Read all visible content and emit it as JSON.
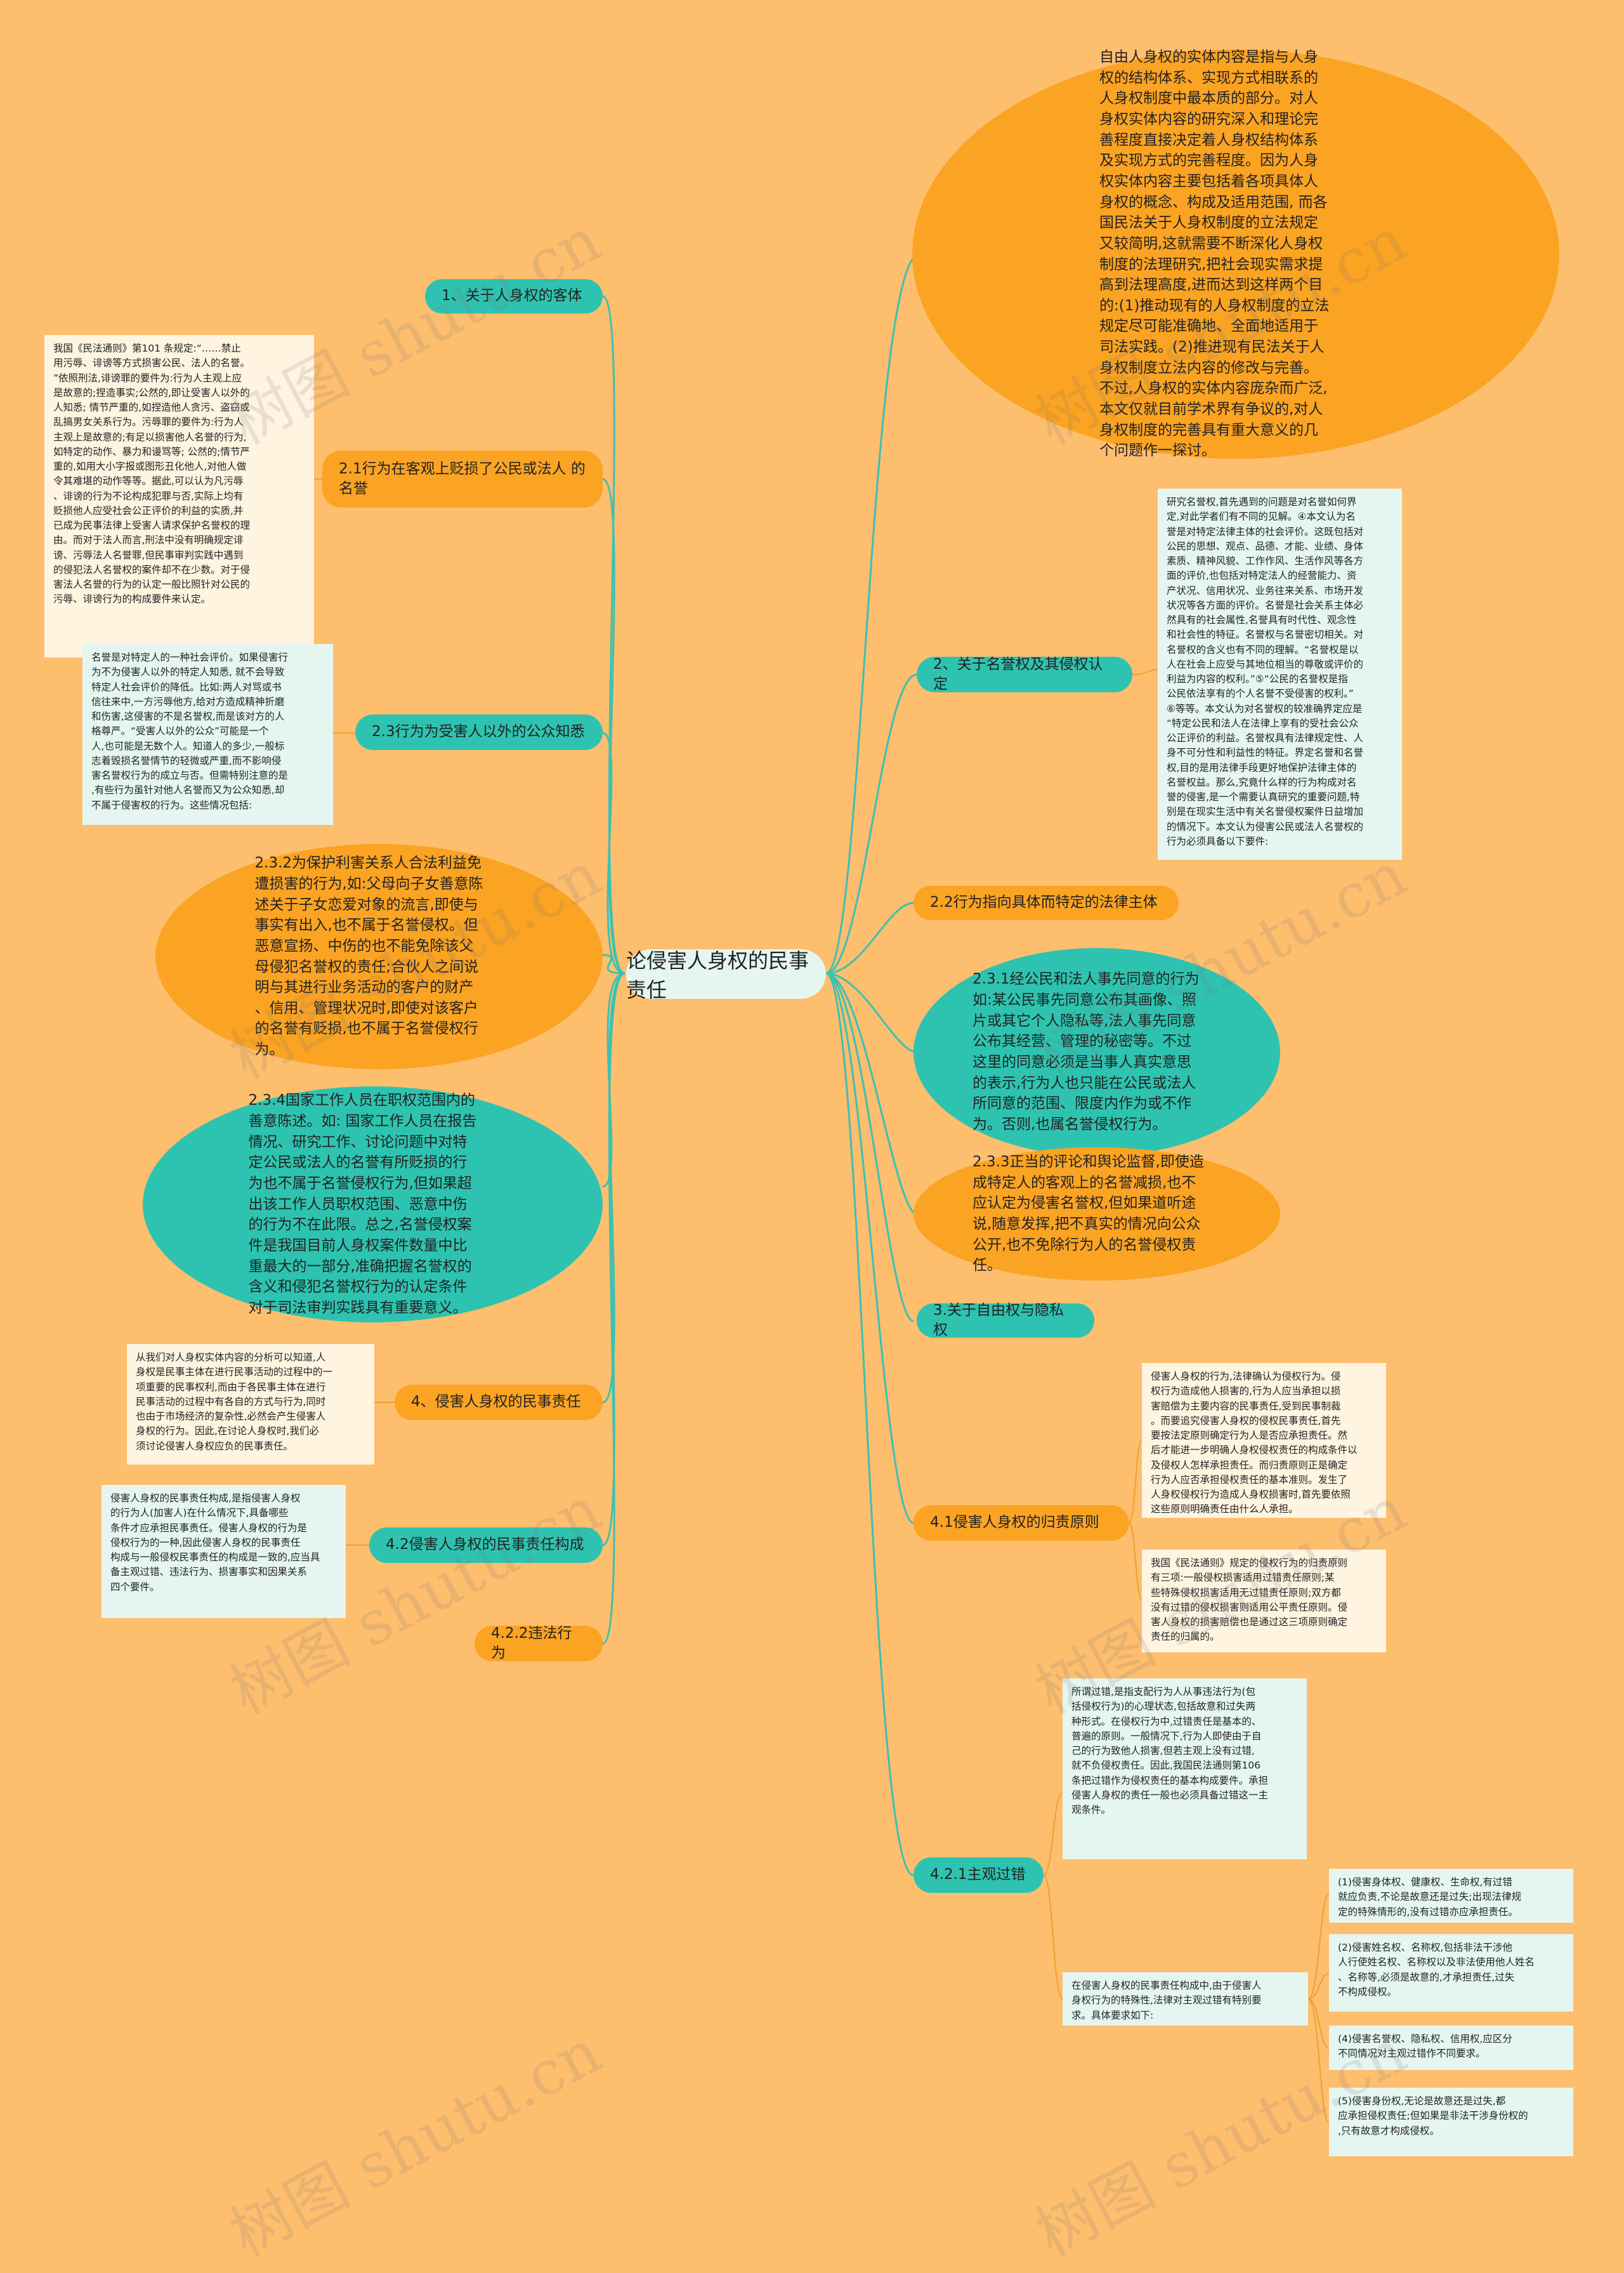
{
  "root": "论侵害人身权的民事责任",
  "watermark": "树图 shutu.cn",
  "colors": {
    "background": "#FDBE6E",
    "teal": "#2EC3B0",
    "orange": "#FBA322",
    "root": "#E5F6F1",
    "line": "#3CC1B2"
  },
  "right": {
    "entity_text": "自由人身权的实体内容是指与人身\n权的结构体系、实现方式相联系的\n人身权制度中最本质的部分。对人\n身权实体内容的研究深入和理论完\n善程度直接决定着人身权结构体系\n及实现方式的完善程度。因为人身\n权实体内容主要包括着各项具体人\n身权的概念、构成及适用范围, 而各\n国民法关于人身权制度的立法规定\n又较简明,这就需要不断深化人身权\n制度的法理研究,把社会现实需求提\n高到法理高度,进而达到这样两个目\n的:(1)推动现有的人身权制度的立法\n规定尽可能准确地、全面地适用于\n司法实践。(2)推进现有民法关于人\n身权制度立法内容的修改与完善。\n不过,人身权的实体内容庞杂而广泛,\n本文仅就目前学术界有争议的,对人\n身权制度的完善具有重大意义的几\n个问题作一探讨。",
    "reputation": "2、关于名誉权及其侵权认定",
    "reputation_note": "研究名誉权,首先遇到的问题是对名誉如何界\n定,对此学者们有不同的见解。④本文认为名\n誉是对特定法律主体的社会评价。这既包括对\n公民的思想、观点、品德、才能、业绩、身体\n素质、精神风貌、工作作风、生活作风等各方\n面的评价,也包括对特定法人的经营能力、资\n产状况、信用状况、业务往来关系、市场开发\n状况等各方面的评价。名誉是社会关系主体必\n然具有的社会属性,名誉具有时代性、观念性\n和社会性的特征。名誉权与名誉密切相关。对\n名誉权的含义也有不同的理解。“名誉权是以\n人在社会上应受与其地位相当的尊敬或评价的\n利益为内容的权利。”⑤“公民的名誉权是指\n公民依法享有的个人名誉不受侵害的权利。”\n⑥等等。本文认为对名誉权的较准确界定应是\n“特定公民和法人在法律上享有的受社会公众\n公正评价的利益。名誉权具有法律规定性、人\n身不可分性和利益性的特征。界定名誉和名誉\n权,目的是用法律手段更好地保护法律主体的\n名誉权益。那么,究竟什么样的行为构成对名\n誉的侵害,是一个需要认真研究的重要问题,特\n别是在现实生活中有关名誉侵权案件日益增加\n的情况下。本文认为侵害公民或法人名誉权的\n行为必须具备以下要件:",
    "specific": "2.2行为指向具体而特定的法律主体",
    "consent": "2.3.1经公民和法人事先同意的行为\n如:某公民事先同意公布其画像、照\n片或其它个人隐私等,法人事先同意\n公布其经营、管理的秘密等。不过\n这里的同意必须是当事人真实意思\n的表示,行为人也只能在公民或法人\n所同意的范围、限度内作为或不作\n为。否则,也属名誉侵权行为。",
    "comment": "2.3.3正当的评论和舆论监督,即使造\n成特定人的客观上的名誉减损,也不\n应认定为侵害名誉权,但如果道听途\n说,随意发挥,把不真实的情况向公众\n公开,也不免除行为人的名誉侵权责\n任。",
    "freedom": "3.关于自由权与隐私权",
    "imputation": "4.1侵害人身权的归责原则",
    "imputation_note1": "侵害人身权的行为,法律确认为侵权行为。侵\n权行为造成他人损害的,行为人应当承担以损\n害赔偿为主要内容的民事责任,受到民事制裁\n。而要追究侵害人身权的侵权民事责任,首先\n要按法定原则确定行为人是否应承担责任。然\n后才能进一步明确人身权侵权责任的构成条件以\n及侵权人怎样承担责任。而归责原则正是确定\n行为人应否承担侵权责任的基本准则。发生了\n人身权侵权行为造成人身权损害时,首先要依照\n这些原则明确责任由什么人承担。",
    "imputation_note2": "我国《民法通则》规定的侵权行为的归责原则\n有三项:一般侵权损害适用过错责任原则;某\n些特殊侵权损害适用无过错责任原则;双方都\n没有过错的侵权损害则适用公平责任原则。侵\n害人身权的损害赔偿也是通过这三项原则确定\n责任的归属的。",
    "subjective": "4.2.1主观过错",
    "subjective_note": "所谓过错,是指支配行为人从事违法行为(包\n括侵权行为)的心理状态,包括故意和过失两\n种形式。在侵权行为中,过错责任是基本的、\n普遍的原则。一般情况下,行为人即使由于自\n己的行为致他人损害,但若主观上没有过错,\n就不负侵权责任。因此,我国民法通则第106\n条把过错作为侵权责任的基本构成要件。承担\n侵害人身权的责任一般也必须具备过错这一主\n观条件。",
    "subjective_sub": "在侵害人身权的民事责任构成中,由于侵害人\n身权行为的特殊性,法律对主观过错有特别要\n求。具体要求如下:",
    "req1": "(1)侵害身体权、健康权、生命权,有过错\n就应负责,不论是故意还是过失;出现法律规\n定的特殊情形的,没有过错亦应承担责任。",
    "req2": "(2)侵害姓名权、名称权,包括非法干涉他\n人行使姓名权、名称权以及非法使用他人姓名\n、名称等,必须是故意的,才承担责任,过失\n不构成侵权。",
    "req3": "(4)侵害名誉权、隐私权、信用权,应区分\n不同情况对主观过错作不同要求。",
    "req4": "(5)侵害身份权,无论是故意还是过失,都\n应承担侵权责任;但如果是非法干涉身份权的\n,只有故意才构成侵权。"
  },
  "left": {
    "object": "1、关于人身权的客体",
    "objective": "2.1行为在客观上贬损了公民或法人\n的名誉",
    "objective_note": "我国《民法通则》第101 条规定:“……禁止\n用污辱、诽谤等方式损害公民、法人的名誉。\n”依照刑法,诽谤罪的要件为:行为人主观上应\n是故意的;捏造事实;公然的,即让受害人以外的\n人知悉; 情节严重的,如捏造他人贪污、盗窃或\n乱搞男女关系行为。污辱罪的要件为:行为人\n主观上是故意的;有足以损害他人名誉的行为,\n如特定的动作、暴力和谩骂等; 公然的;情节严\n重的,如用大小字报或图形丑化他人,对他人做\n令其难堪的动作等等。据此,可以认为凡污辱\n、诽谤的行为不论构成犯罪与否,实际上均有\n贬损他人应受社会公正评价的利益的实质,并\n已成为民事法律上受害人请求保护名誉权的理\n由。而对于法人而言,刑法中没有明确规定诽\n谤、污辱法人名誉罪,但民事审判实践中遇到\n的侵犯法人名誉权的案件却不在少数。对于侵\n害法人名誉的行为的认定一般比照针对公民的\n污辱、诽谤行为的构成要件来认定。",
    "public": "2.3行为为受害人以外的公众知悉",
    "public_note": "名誉是对特定人的一种社会评价。如果侵害行\n为不为侵害人以外的特定人知悉, 就不会导致\n特定人社会评价的降低。比如:两人对骂或书\n信往来中,一方污辱他方,给对方造成精神折磨\n和伤害,这侵害的不是名誉权,而是该对方的人\n格尊严。“受害人以外的公众”可能是一个\n人,也可能是无数个人。知道人的多少,一般标\n志着毁损名誉情节的轻微或严重,而不影响侵\n害名誉权行为的成立与否。但需特别注意的是\n,有些行为虽针对他人名誉而又为公众知悉,却\n不属于侵害权的行为。这些情况包括:",
    "interest": "2.3.2为保护利害关系人合法利益免\n遭损害的行为,如:父母向子女善意陈\n述关于子女恋爱对象的流言,即使与\n事实有出入,也不属于名誉侵权。但\n恶意宣扬、中伤的也不能免除该父\n母侵犯名誉权的责任;合伙人之间说\n明与其进行业务活动的客户的财产\n、信用、管理状况时,即使对该客户\n的名誉有贬损,也不属于名誉侵权行\n为。",
    "official": "2.3.4国家工作人员在职权范围内的\n善意陈述。如: 国家工作人员在报告\n情况、研究工作、讨论问题中对特\n定公民或法人的名誉有所贬损的行\n为也不属于名誉侵权行为,但如果超\n出该工作人员职权范围、恶意中伤\n的行为不在此限。总之,名誉侵权案\n件是我国目前人身权案件数量中比\n重最大的一部分,准确把握名誉权的\n含义和侵犯名誉权行为的认定条件\n对于司法审判实践具有重要意义。",
    "liability": "4、侵害人身权的民事责任",
    "liability_note": "从我们对人身权实体内容的分析可以知道,人\n身权是民事主体在进行民事活动的过程中的一\n项重要的民事权利,而由于各民事主体在进行\n民事活动的过程中有各自的方式与行为,同时\n也由于市场经济的复杂性,必然会产生侵害人\n身权的行为。因此,在讨论人身权时,我们必\n须讨论侵害人身权应负的民事责任。",
    "composition": "4.2侵害人身权的民事责任构成",
    "composition_note": "侵害人身权的民事责任构成,是指侵害人身权\n的行为人(加害人)在什么情况下,具备哪些\n条件才应承担民事责任。侵害人身权的行为是\n侵权行为的一种,因此侵害人身权的民事责任\n构成与一般侵权民事责任的构成是一致的,应当具\n备主观过错、违法行为、损害事实和因果关系\n四个要件。",
    "illegal": "4.2.2违法行为"
  }
}
